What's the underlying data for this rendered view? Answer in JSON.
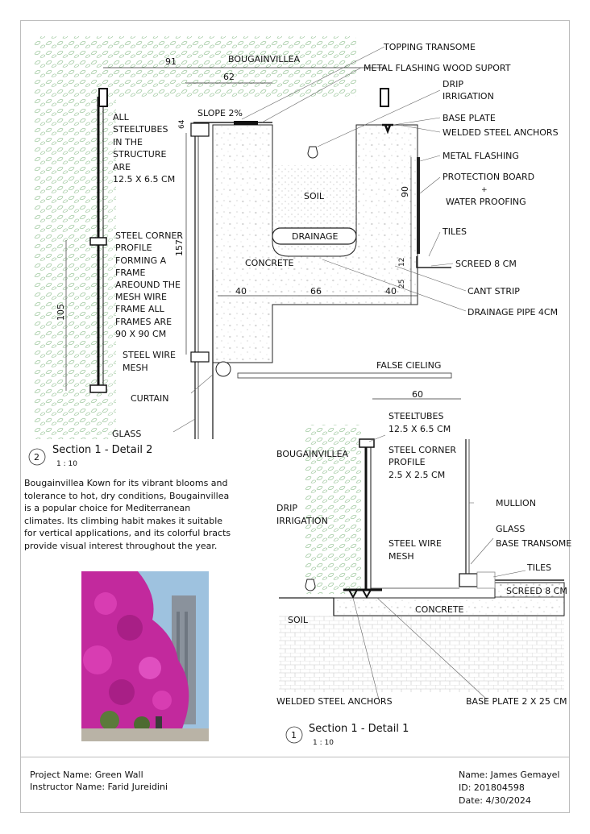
{
  "detail2": {
    "title": "Section 1 - Detail 2",
    "number": "2",
    "scale": "1 : 10",
    "dims": {
      "d91": "91",
      "d62": "62",
      "d64": "64",
      "d157": "157",
      "d105": "105",
      "d40a": "40",
      "d66": "66",
      "d40b": "40",
      "d90": "90",
      "d12": "12",
      "d25": "25"
    },
    "labels": {
      "bougainvillea": "BOUGAINVILLEA",
      "topping_transome": "TOPPING TRANSOME",
      "metal_flashing_wood": "METAL FLASHING WOOD SUPORT",
      "drip_1": "DRIP",
      "drip_2": "IRRIGATION",
      "base_plate": "BASE PLATE",
      "welded_anchors": "WELDED STEEL ANCHORS",
      "metal_flashing": "METAL FLASHING",
      "protection_board": "PROTECTION BOARD",
      "plus": "+",
      "water_proofing": "WATER PROOFING",
      "tiles": "TILES",
      "screed": "SCREED 8 CM",
      "cant_strip": "CANT STRIP",
      "drainage_pipe": "DRAINAGE PIPE 4CM",
      "false_ceiling": "FALSE CIELING",
      "slope": "SLOPE 2%",
      "soil": "SOIL",
      "drainage": "DRAINAGE",
      "concrete": "CONCRETE",
      "curtain": "CURTAIN",
      "glass": "GLASS",
      "note_steeltubes": [
        "ALL",
        "STEELTUBES",
        "IN THE",
        "STRUCTURE",
        "ARE",
        "12.5 X 6.5 CM"
      ],
      "note_corner": [
        "STEEL CORNER",
        "PROFILE",
        "FORMING A",
        "FRAME",
        "AREOUND THE",
        "MESH WIRE",
        "FRAME ALL",
        "FRAMES ARE",
        "90 X 90 CM"
      ],
      "note_mesh": [
        "STEEL WIRE",
        "MESH"
      ]
    }
  },
  "detail1": {
    "title": "Section 1 - Detail 1",
    "number": "1",
    "scale": "1 : 10",
    "dims": {
      "d60": "60"
    },
    "labels": {
      "steeltubes_1": "STEELTUBES",
      "steeltubes_2": "12.5 X 6.5 CM",
      "bougainvillea": "BOUGAINVILLEA",
      "corner_1": "STEEL CORNER",
      "corner_2": "PROFILE",
      "corner_3": "2.5 X 2.5 CM",
      "mullion": "MULLION",
      "drip_1": "DRIP",
      "drip_2": "IRRIGATION",
      "glass": "GLASS",
      "mesh_1": "STEEL WIRE",
      "mesh_2": "MESH",
      "base_transome": "BASE TRANSOME",
      "tiles": "TILES",
      "screed": "SCREED 8 CM",
      "concrete": "CONCRETE",
      "soil": "SOIL",
      "welded_anchors": "WELDED STEEL ANCHORS",
      "base_plate": "BASE PLATE 2 X 25 CM"
    }
  },
  "description": "Bougainvillea Kown for its vibrant blooms and tolerance to hot, dry conditions, Bougainvillea is a popular choice for Mediterranean climates. Its climbing habit makes it suitable for vertical applications, and its colorful bracts provide visual interest throughout the year.",
  "footer": {
    "project": "Project Name: Green Wall",
    "instructor": "Instructor Name: Farid Jureidini",
    "name": "Name: James Gemayel",
    "id": "ID: 201804598",
    "date": "Date: 4/30/2024"
  },
  "colors": {
    "green_hatch": "#7fae7f",
    "magenta": "#c2299d",
    "sky": "#9ec2df",
    "line": "#111111"
  }
}
